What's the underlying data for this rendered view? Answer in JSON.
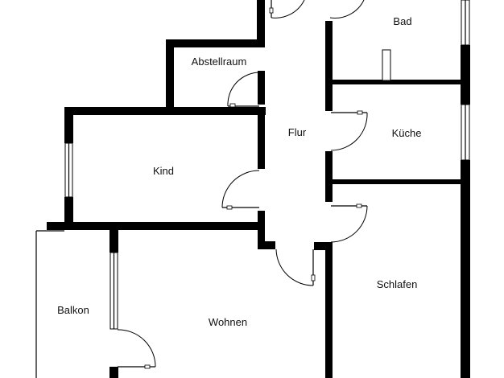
{
  "floorplan": {
    "colors": {
      "wall": "#000000",
      "background": "#ffffff",
      "label": "#111111"
    },
    "rooms": [
      {
        "id": "bad",
        "label": "Bad"
      },
      {
        "id": "abstellraum",
        "label": "Abstellraum"
      },
      {
        "id": "flur",
        "label": "Flur"
      },
      {
        "id": "kueche",
        "label": "Küche"
      },
      {
        "id": "kind",
        "label": "Kind"
      },
      {
        "id": "schlafen",
        "label": "Schlafen"
      },
      {
        "id": "balkon",
        "label": "Balkon"
      },
      {
        "id": "wohnen",
        "label": "Wohnen"
      }
    ]
  }
}
